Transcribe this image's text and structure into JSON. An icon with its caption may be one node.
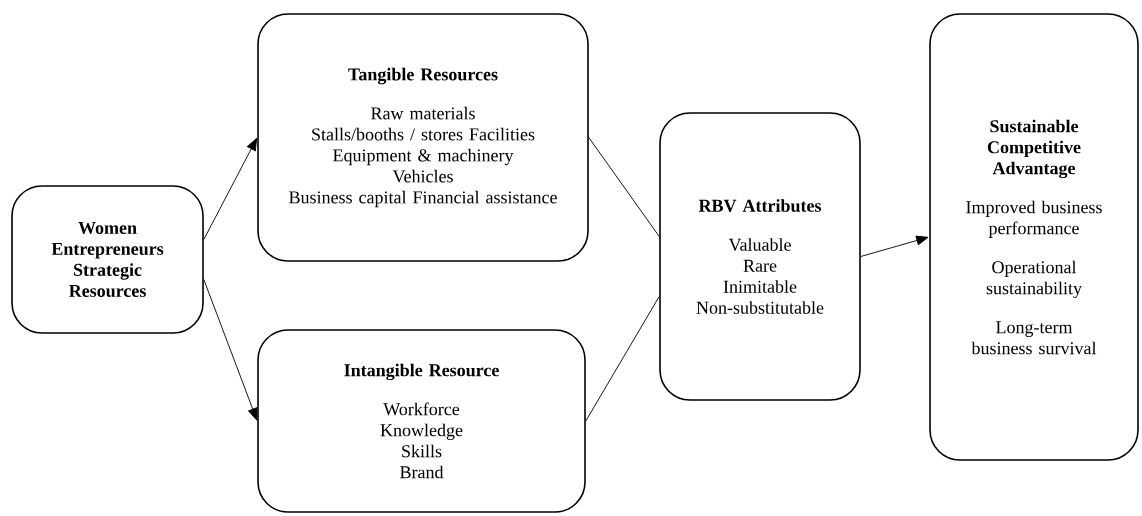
{
  "diagram": {
    "nodes": [
      {
        "text": [
          "Women Entrepreneurs Strategic Resources"
        ]
      },
      {
        "text": [
          "Tangible Resources",
          "Raw materials",
          "Stalls/booths / stores Facilities",
          "Equipment & machinery",
          "Vehicles",
          "Business capital Financial assistance"
        ]
      },
      {
        "text": [
          "Intangible Resource",
          "Workforce",
          "Knowledge",
          "Skills",
          "Brand"
        ]
      },
      {
        "text": [
          "RBV Attributes",
          "Valuable",
          "Rare",
          "Inimitable",
          "Non-substitutable"
        ]
      },
      {
        "text": [
          "Sustainable Competitive Advantage",
          "Improved business performance",
          "Operational sustainability",
          "Long-term business survival"
        ]
      }
    ],
    "edges": [
      {
        "from": 0,
        "to": 1,
        "arrow": "to"
      },
      {
        "from": 0,
        "to": 2,
        "arrow": "to"
      },
      {
        "from": 1,
        "to": 3,
        "arrow": "none"
      },
      {
        "from": 2,
        "to": 3,
        "arrow": "none"
      },
      {
        "from": 3,
        "to": 4,
        "arrow": "to"
      }
    ]
  }
}
